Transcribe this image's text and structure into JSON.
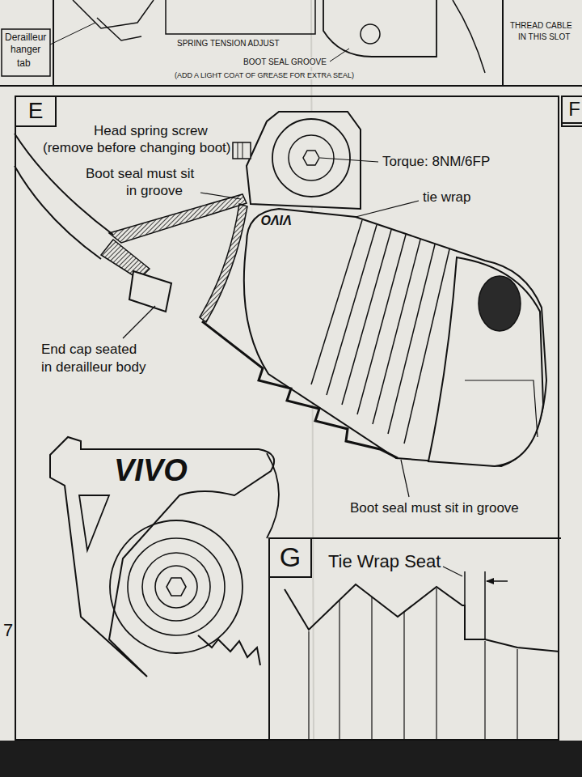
{
  "diagram": {
    "nodes": [
      {
        "text": [
          "E"
        ]
      },
      {
        "text": [
          "G",
          "Tie Wrap Seat"
        ],
        "in": 0
      },
      {
        "text": [
          "F"
        ]
      }
    ],
    "labels": [
      "Derailleur",
      "hanger",
      "tab",
      "SPRING TENSION ADJUST",
      "BOOT SEAL GROOVE",
      "(ADD A LIGHT COAT OF GREASE FOR EXTRA SEAL)",
      "THREAD CABLE",
      "IN THIS SLOT",
      "Head spring screw",
      "(remove before changing boot)",
      "Torque: 8NM/6FP",
      "Boot seal must sit",
      "in groove",
      "tie wrap",
      "End cap seated",
      "in derailleur body",
      "Boot seal must sit in groove",
      "VIVO",
      "VIVO",
      "7"
    ]
  }
}
